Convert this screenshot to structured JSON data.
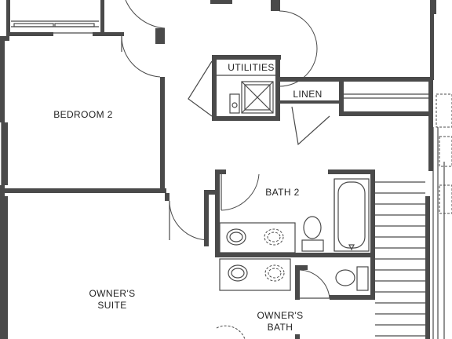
{
  "rooms": {
    "bedroom_2": "BEDROOM 2",
    "utilities": "UTILITIES",
    "linen": "LINEN",
    "bath_2": "BATH 2",
    "owners_suite_line1": "OWNER'S",
    "owners_suite_line2": "SUITE",
    "owners_bath_line1": "OWNER'S",
    "owners_bath_line2": "BATH"
  },
  "colors": {
    "wall": "#4a4a4a",
    "background": "#ffffff",
    "text": "#222222"
  }
}
